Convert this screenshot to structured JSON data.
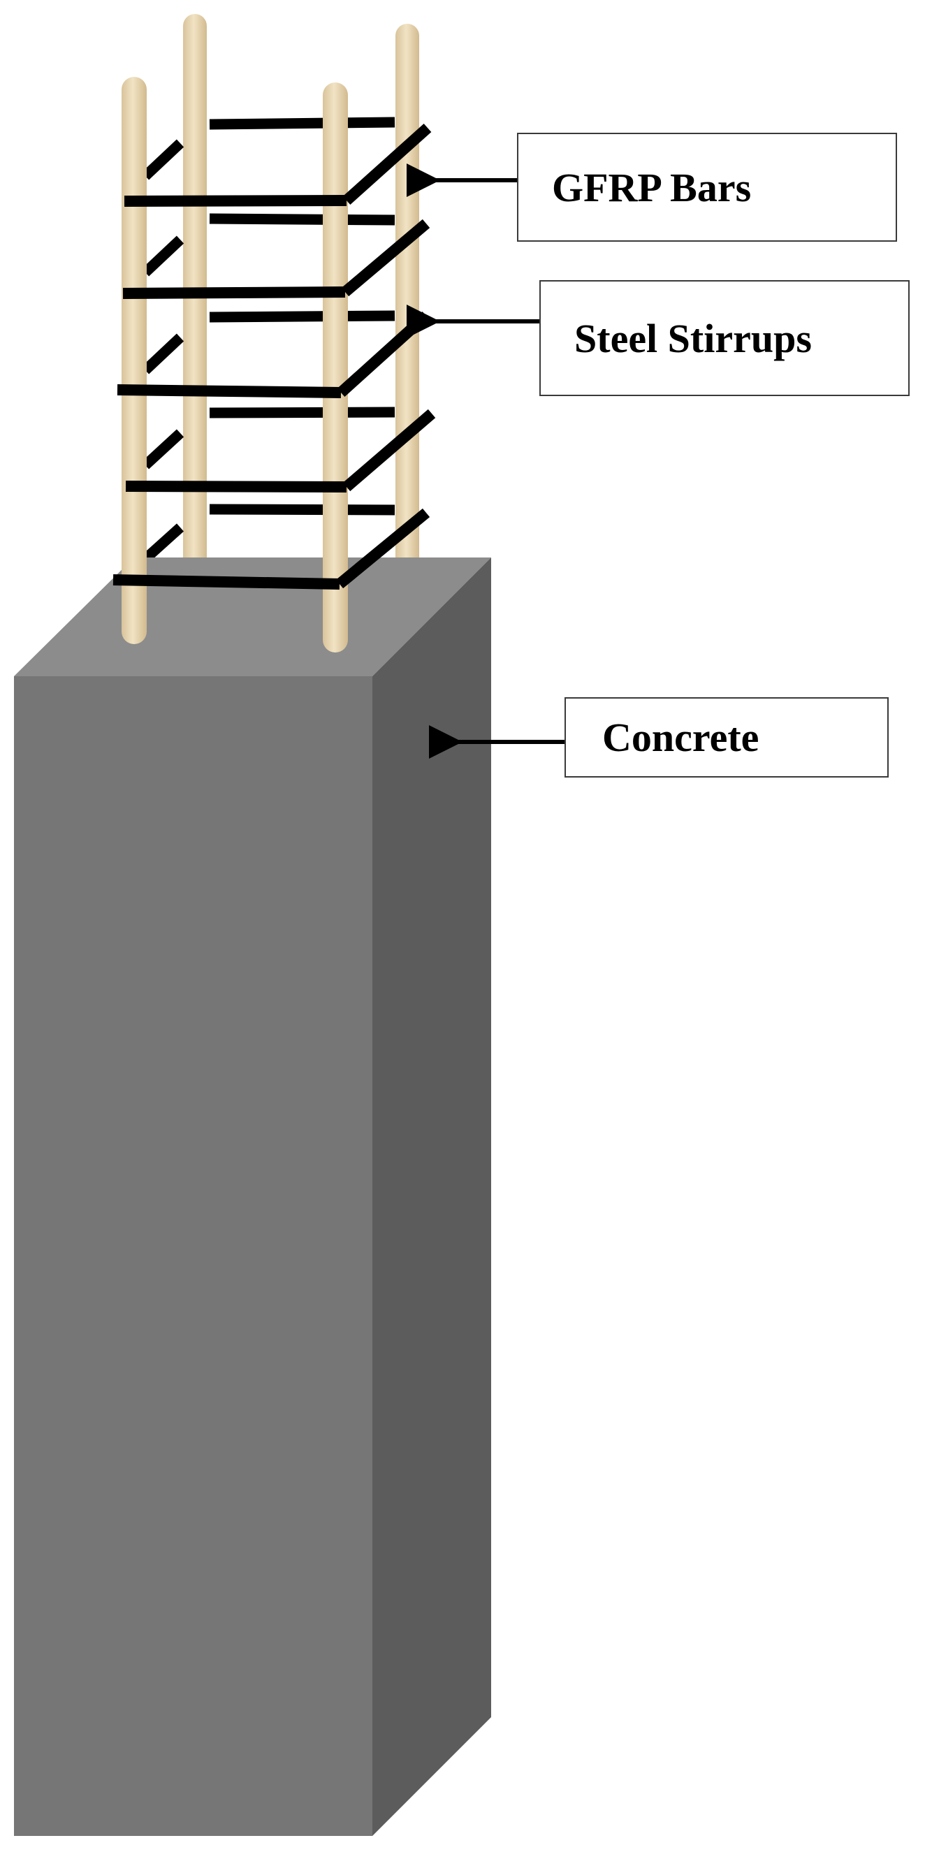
{
  "labels": {
    "gfrp_bars": "GFRP Bars",
    "steel_stirrups": "Steel Stirrups",
    "concrete": "Concrete"
  },
  "colors": {
    "background": "#ffffff",
    "concrete_front": "#767676",
    "concrete_top": "#8c8c8c",
    "concrete_side": "#5c5c5c",
    "gfrp_bar": "#ead8b3",
    "gfrp_bar_shade": "#d4bd92",
    "stirrup": "#000000",
    "arrow": "#000000",
    "box_border": "#3a3a3a"
  },
  "icons": {
    "arrow": "left-arrow-icon"
  }
}
